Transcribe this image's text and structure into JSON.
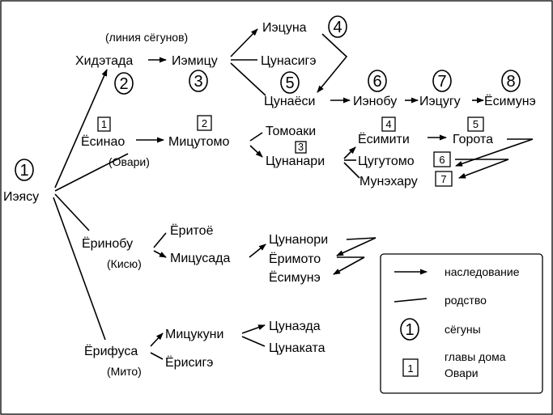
{
  "nodes": {
    "ieyasu": "Иэясу",
    "hidetada": "Хидэтада",
    "shogun_line": "(линия сёгунов)",
    "iemitsu": "Иэмицу",
    "ietsuna": "Иэцуна",
    "tsunashige": "Цунасигэ",
    "tsunayoshi": "Цунаёси",
    "ienobu": "Иэнобу",
    "ietsugu": "Иэцугу",
    "yoshimune_shogun": "Ёсимунэ",
    "yoshinao": "Ёсинао",
    "owari_domain": "(Овари)",
    "mitsutomo": "Мицутомо",
    "tomoaki": "Томоаки",
    "tsunanari": "Цунанари",
    "yoshimichi": "Ёсимити",
    "gorota": "Горота",
    "tsugutomo": "Цугутомо",
    "munecharu": "Мунэхару",
    "yorinobu": "Ёринобу",
    "kishu_domain": "(Кисю)",
    "yoritoe": "Ёритоё",
    "mitsusada": "Мицусада",
    "tsunanori": "Цунанори",
    "yorimoto": "Ёримото",
    "yoshimune_kii": "Ёсимунэ",
    "yorifusa": "Ёрифуса",
    "mito_domain": "(Мито)",
    "mitsukuni": "Мицукуни",
    "yorishige": "Ёрисигэ",
    "tsunaeda": "Цунаэда",
    "tsunakata": "Цунаката"
  },
  "shogun_numbers": {
    "ieyasu": "1",
    "hidetada": "2",
    "iemitsu": "3",
    "ietsuna": "4",
    "tsunayoshi": "5",
    "ienobu": "6",
    "ietsugu": "7",
    "yoshimune": "8"
  },
  "owari_numbers": {
    "yoshinao": "1",
    "mitsutomo": "2",
    "tsunanari": "3",
    "yoshimichi": "4",
    "gorota": "5",
    "tsugutomo": "6",
    "munecharu": "7"
  },
  "legend": {
    "succession": "наследование",
    "kinship": "родство",
    "shoguns": "сёгуны",
    "owari_heads": "главы дома Овари",
    "circle_sample": "1",
    "box_sample": "1"
  },
  "colors": {
    "ink": "#000000",
    "background": "#ffffff"
  }
}
